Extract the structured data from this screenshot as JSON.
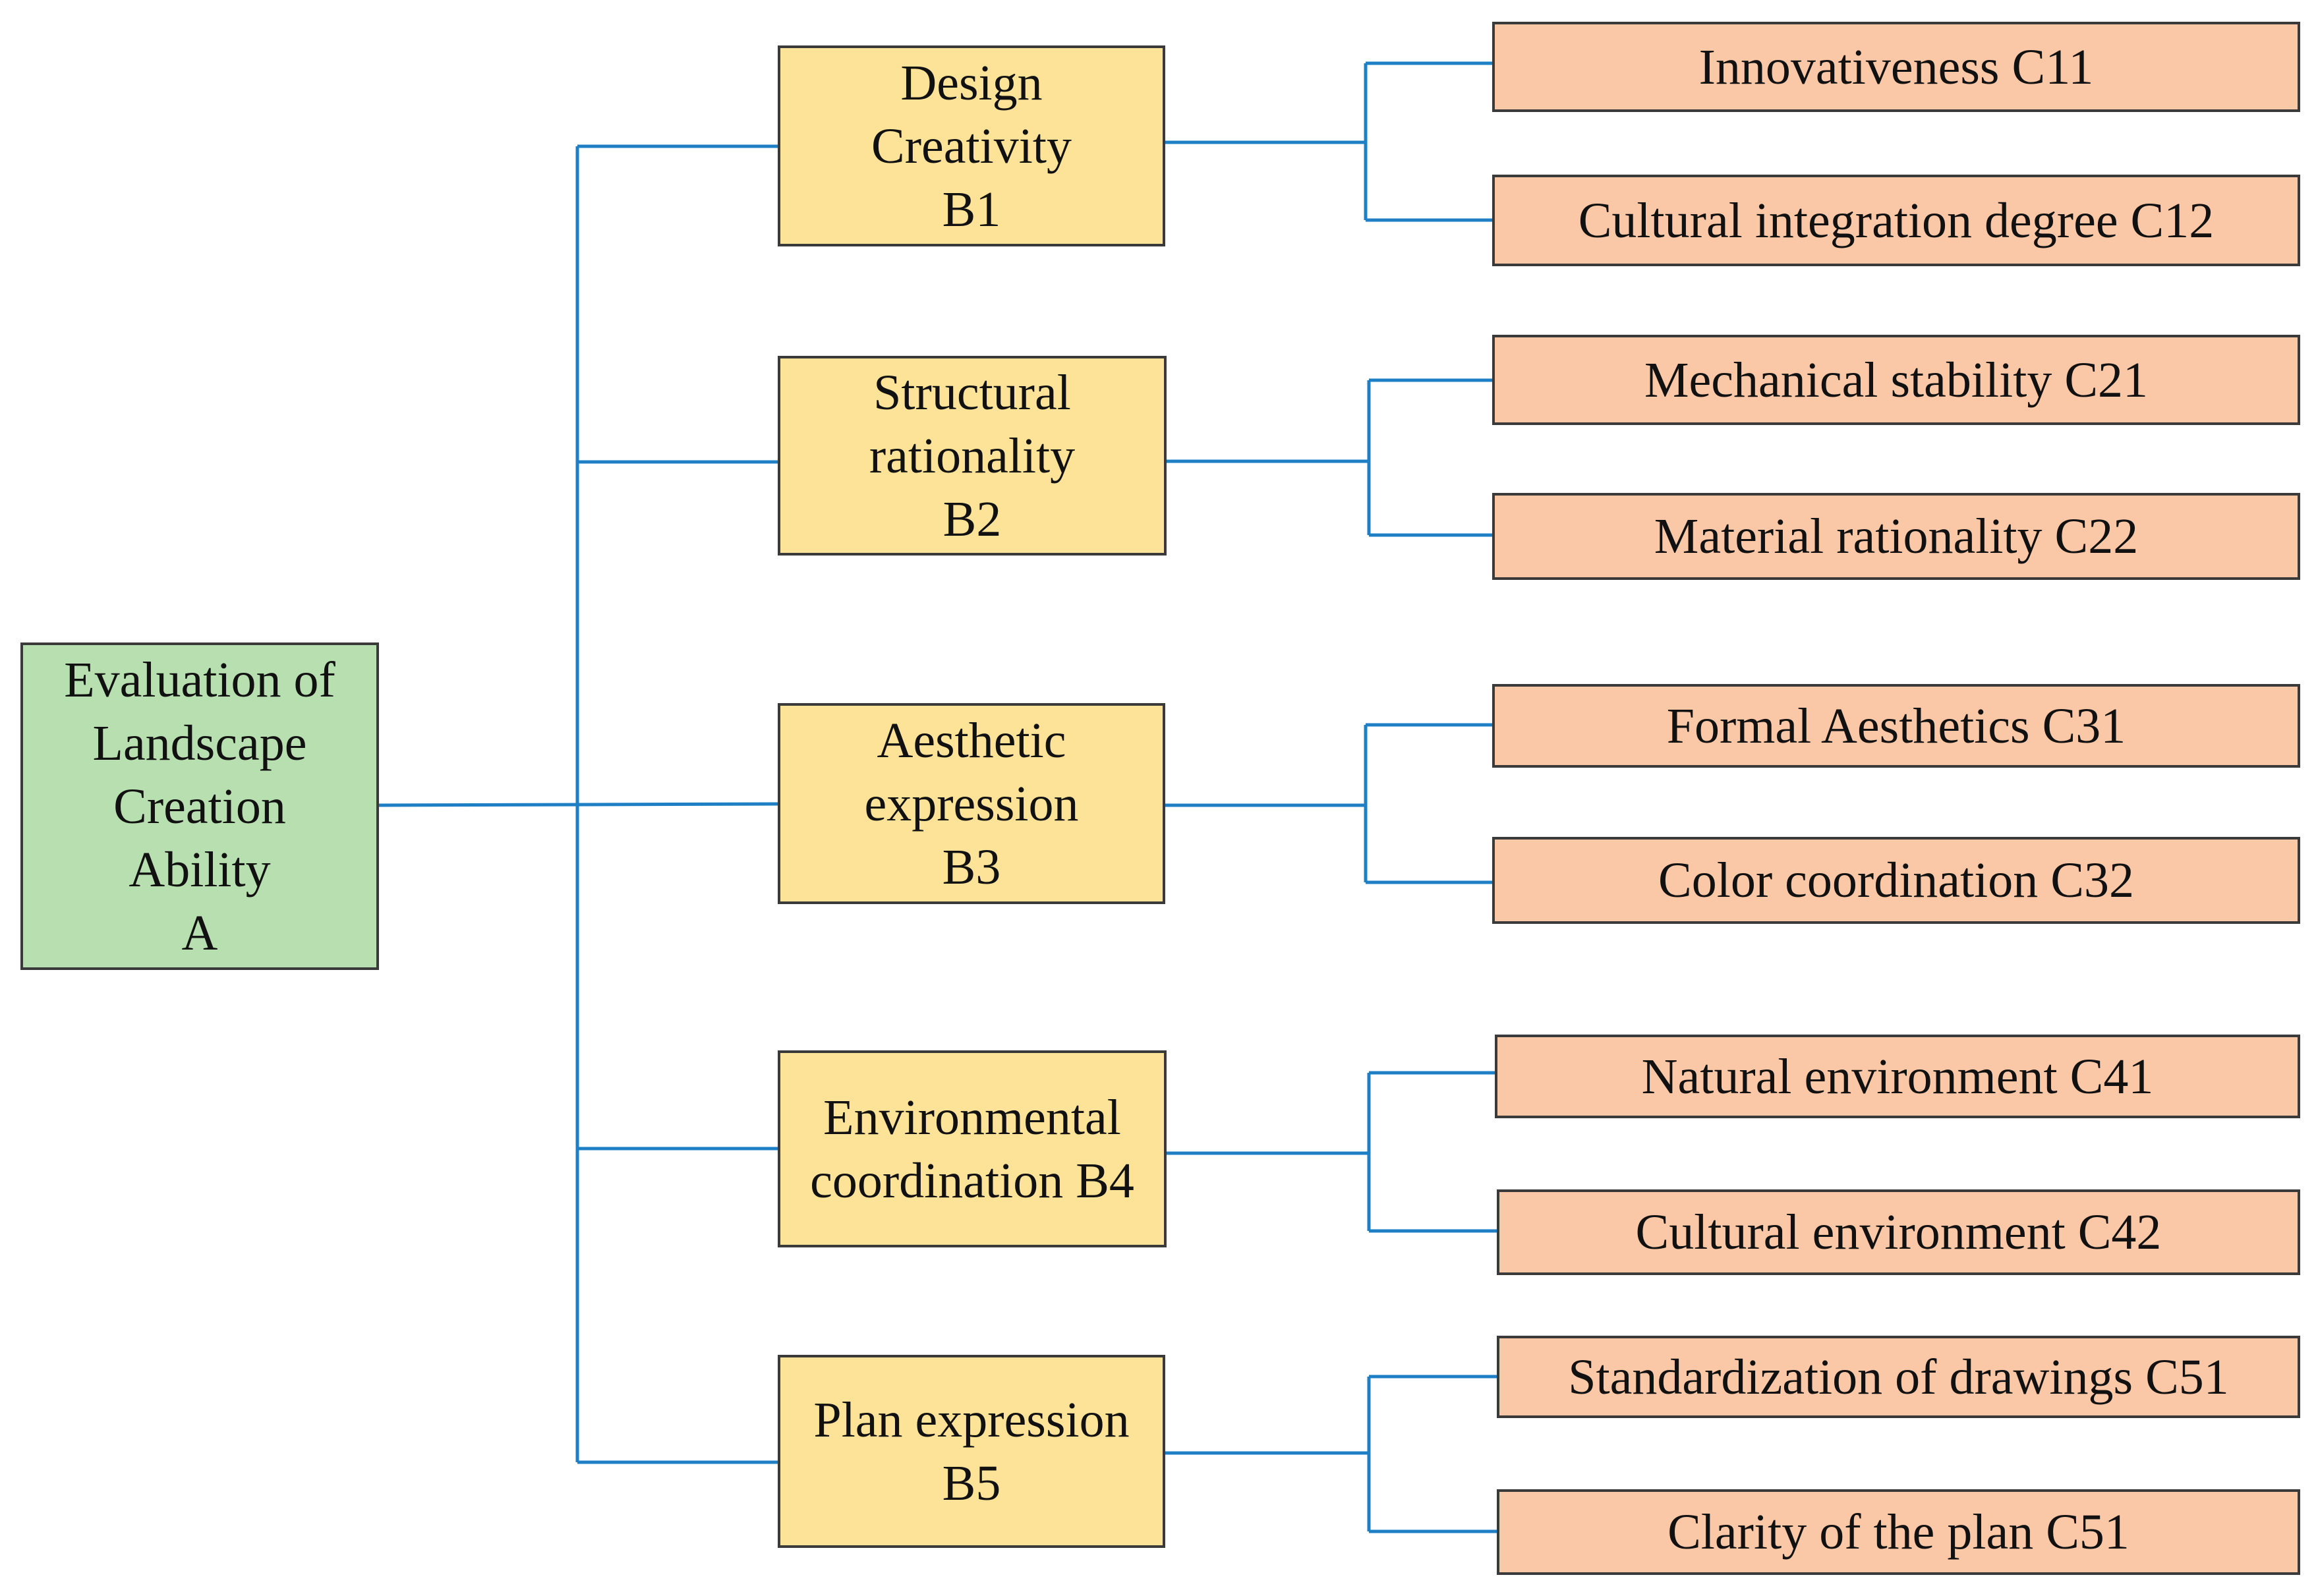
{
  "colors": {
    "root_fill": "#b8dfb0",
    "criteria_fill": "#fde398",
    "indicator_fill": "#fac8a7",
    "connector": "#1f7fc4",
    "border": "#3a3a3a"
  },
  "root": {
    "label": "Evaluation of\nLandscape\nCreation\nAbility\nA"
  },
  "criteria": [
    {
      "label": "Design\nCreativity\nB1",
      "indicators": [
        "Innovativeness C11",
        "Cultural integration degree C12"
      ]
    },
    {
      "label": "Structural\nrationality\nB2",
      "indicators": [
        "Mechanical stability C21",
        "Material rationality C22"
      ]
    },
    {
      "label": "Aesthetic\nexpression\nB3",
      "indicators": [
        "Formal Aesthetics C31",
        "Color coordination C32"
      ]
    },
    {
      "label": "Environmental\ncoordination B4",
      "indicators": [
        "Natural environment C41",
        "Cultural environment C42"
      ]
    },
    {
      "label": "Plan expression\nB5",
      "indicators": [
        "Standardization of drawings C51",
        "Clarity of the plan C51"
      ]
    }
  ]
}
